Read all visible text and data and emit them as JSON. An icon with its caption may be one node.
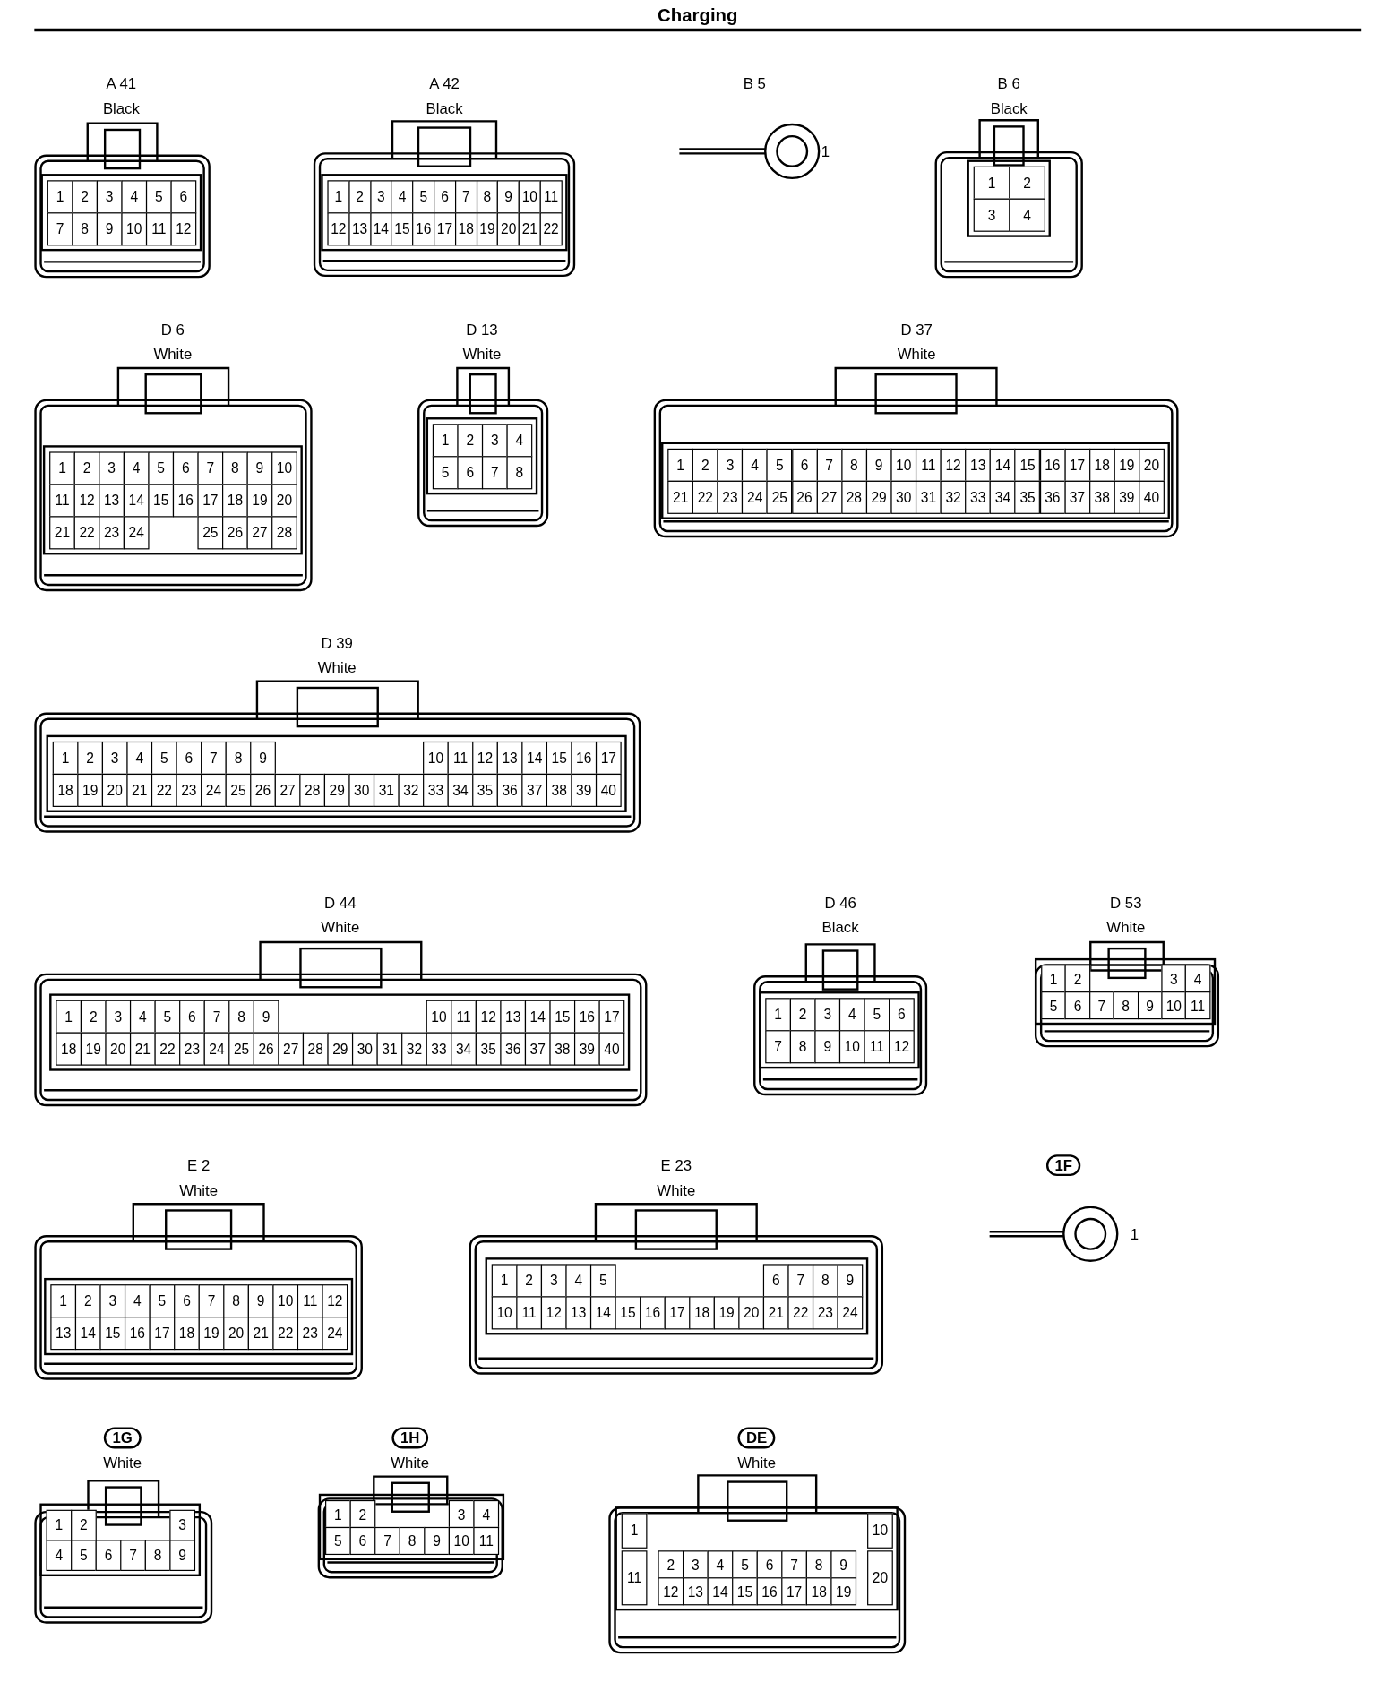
{
  "diagram": {
    "title": "Charging",
    "nodes": [
      {
        "text": [
          "A 41",
          "Black",
          "1",
          "2",
          "3",
          "4",
          "5",
          "6",
          "7",
          "8",
          "9",
          "10",
          "11",
          "12"
        ]
      },
      {
        "text": [
          "A 42",
          "Black",
          "1",
          "2",
          "3",
          "4",
          "5",
          "6",
          "7",
          "8",
          "9",
          "10",
          "11",
          "12",
          "13",
          "14",
          "15",
          "16",
          "17",
          "18",
          "19",
          "20",
          "21",
          "22"
        ]
      },
      {
        "text": [
          "B 5"
        ],
        "beside": [
          "1"
        ]
      },
      {
        "text": [
          "B 6",
          "Black",
          "1",
          "2",
          "3",
          "4"
        ]
      },
      {
        "text": [
          "D 6",
          "White",
          "1",
          "2",
          "3",
          "4",
          "5",
          "6",
          "7",
          "8",
          "9",
          "10",
          "11",
          "12",
          "13",
          "14",
          "15",
          "16",
          "17",
          "18",
          "19",
          "20",
          "21",
          "22",
          "23",
          "24",
          "25",
          "26",
          "27",
          "28"
        ]
      },
      {
        "text": [
          "D 13",
          "White",
          "1",
          "2",
          "3",
          "4",
          "5",
          "6",
          "7",
          "8"
        ]
      },
      {
        "text": [
          "D 37",
          "White",
          "1",
          "2",
          "3",
          "4",
          "5",
          "6",
          "7",
          "8",
          "9",
          "10",
          "11",
          "12",
          "13",
          "14",
          "15",
          "16",
          "17",
          "18",
          "19",
          "20",
          "21",
          "22",
          "23",
          "24",
          "25",
          "26",
          "27",
          "28",
          "29",
          "30",
          "31",
          "32",
          "33",
          "34",
          "35",
          "36",
          "37",
          "38",
          "39",
          "40"
        ]
      },
      {
        "text": [
          "D 39",
          "White",
          "1",
          "2",
          "3",
          "4",
          "5",
          "6",
          "7",
          "8",
          "9",
          "10",
          "11",
          "12",
          "13",
          "14",
          "15",
          "16",
          "17",
          "18",
          "19",
          "20",
          "21",
          "22",
          "23",
          "24",
          "25",
          "26",
          "27",
          "28",
          "29",
          "30",
          "31",
          "32",
          "33",
          "34",
          "35",
          "36",
          "37",
          "38",
          "39",
          "40"
        ]
      },
      {
        "text": [
          "D 44",
          "White",
          "1",
          "2",
          "3",
          "4",
          "5",
          "6",
          "7",
          "8",
          "9",
          "10",
          "11",
          "12",
          "13",
          "14",
          "15",
          "16",
          "17",
          "18",
          "19",
          "20",
          "21",
          "22",
          "23",
          "24",
          "25",
          "26",
          "27",
          "28",
          "29",
          "30",
          "31",
          "32",
          "33",
          "34",
          "35",
          "36",
          "37",
          "38",
          "39",
          "40"
        ]
      },
      {
        "text": [
          "D 46",
          "Black",
          "1",
          "2",
          "3",
          "4",
          "5",
          "6",
          "7",
          "8",
          "9",
          "10",
          "11",
          "12"
        ]
      },
      {
        "text": [
          "D 53",
          "White",
          "1",
          "2",
          "3",
          "4",
          "5",
          "6",
          "7",
          "8",
          "9",
          "10",
          "11"
        ]
      },
      {
        "text": [
          "E 2",
          "White",
          "1",
          "2",
          "3",
          "4",
          "5",
          "6",
          "7",
          "8",
          "9",
          "10",
          "11",
          "12",
          "13",
          "14",
          "15",
          "16",
          "17",
          "18",
          "19",
          "20",
          "21",
          "22",
          "23",
          "24"
        ]
      },
      {
        "text": [
          "E 23",
          "White",
          "1",
          "2",
          "3",
          "4",
          "5",
          "6",
          "7",
          "8",
          "9",
          "10",
          "11",
          "12",
          "13",
          "14",
          "15",
          "16",
          "17",
          "18",
          "19",
          "20",
          "21",
          "22",
          "23",
          "24"
        ]
      },
      {
        "text": [
          "1F"
        ],
        "beside": [
          "1"
        ]
      },
      {
        "text": [
          "1G",
          "White",
          "1",
          "2",
          "3",
          "4",
          "5",
          "6",
          "7",
          "8",
          "9"
        ]
      },
      {
        "text": [
          "1H",
          "White",
          "1",
          "2",
          "3",
          "4",
          "5",
          "6",
          "7",
          "8",
          "9",
          "10",
          "11"
        ]
      },
      {
        "text": [
          "DE",
          "White",
          "1",
          "2",
          "3",
          "4",
          "5",
          "6",
          "7",
          "8",
          "9",
          "10",
          "11",
          "12",
          "13",
          "14",
          "15",
          "16",
          "17",
          "18",
          "19",
          "20"
        ]
      }
    ]
  }
}
